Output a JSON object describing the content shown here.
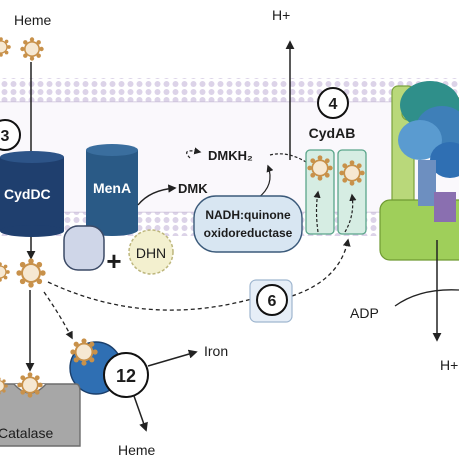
{
  "labels": {
    "heme_top": "Heme",
    "h_plus_top": "H+",
    "cydab": "CydAB",
    "cyddc": "CydDC",
    "mena": "MenA",
    "dmkh2": "DMKH₂",
    "dmk": "DMK",
    "dhn": "DHN",
    "nadh_line1": "NADH:quinone",
    "nadh_line2": "oxidoreductase",
    "plus": "+",
    "adp": "ADP",
    "h_plus_bottom": "H+",
    "iron": "Iron",
    "catalase": "Catalase",
    "heme_bottom": "Heme"
  },
  "badges": {
    "b3": "3",
    "b4": "4",
    "b6": "6",
    "b12": "12"
  },
  "colors": {
    "membrane_line": "#c7bcd6",
    "membrane_head": "#dcd3e8",
    "cyddc": "#1f3f6e",
    "mena": "#2a5a86",
    "bubble": "#d8e6f2",
    "cydab": "#d6ede3",
    "heme": "#c8914a",
    "atp_green": "#8bbf4a",
    "atp_blue": "#3e7fb8",
    "catalase": "#a7a7a7",
    "hemoprotein": "#2f6fb3"
  },
  "icons": {
    "heme": "heme-icon",
    "arrow": "arrow-icon"
  }
}
